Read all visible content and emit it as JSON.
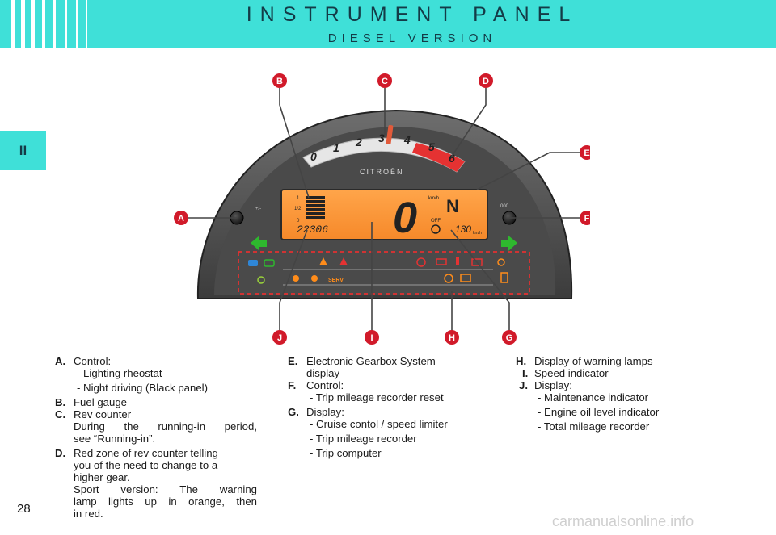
{
  "header": {
    "title": "INSTRUMENT PANEL",
    "subtitle": "DIESEL VERSION",
    "accent_color": "#3fe0d8"
  },
  "side_tab": {
    "label": "II"
  },
  "figure": {
    "brand": "CITROËN",
    "callouts": [
      "A",
      "B",
      "C",
      "D",
      "E",
      "F",
      "G",
      "H",
      "I",
      "J"
    ],
    "rev_counter_ticks": [
      "0",
      "1",
      "2",
      "3",
      "4",
      "5",
      "6"
    ],
    "display": {
      "gear": "N",
      "speed": "0",
      "speed_unit": "km/h",
      "odometer": "22306",
      "trip_value": "130",
      "trip_unit": "km/h",
      "cruise_status": "OFF",
      "fuel_full": "1",
      "fuel_half": "1/2",
      "fuel_empty": "0",
      "serv_label": "SERV"
    },
    "left_button_label": "+/-",
    "right_button_label": "000"
  },
  "legend": {
    "A": {
      "key": "A.",
      "lines": [
        "Control:",
        "- Lighting rheostat",
        "- Night driving (Black panel)"
      ]
    },
    "B": {
      "key": "B.",
      "lines": [
        "Fuel gauge"
      ]
    },
    "C": {
      "key": "C.",
      "lines": [
        "Rev counter",
        "During the running-in period,",
        "see “Running-in”."
      ]
    },
    "D": {
      "key": "D.",
      "lines": [
        "Red zone of rev counter telling",
        "you of the need to change to a",
        "higher gear.",
        "Sport version: The warning",
        "lamp lights up in orange, then",
        "in red."
      ]
    },
    "E": {
      "key": "E.",
      "lines": [
        "Electronic Gearbox System",
        "display"
      ]
    },
    "F": {
      "key": "F.",
      "lines": [
        "Control:",
        "- Trip mileage recorder reset"
      ]
    },
    "G": {
      "key": "G.",
      "lines": [
        "Display:",
        "- Cruise contol / speed limiter",
        "- Trip mileage recorder",
        "- Trip computer"
      ]
    },
    "H": {
      "key": "H.",
      "lines": [
        "Display of warning lamps"
      ]
    },
    "I": {
      "key": "I.",
      "lines": [
        "Speed indicator"
      ]
    },
    "J": {
      "key": "J.",
      "lines": [
        "Display:",
        "- Maintenance indicator",
        "- Engine oil level indicator",
        "- Total mileage recorder"
      ]
    }
  },
  "page_number": "28",
  "watermark": "carmanualsonline.info"
}
